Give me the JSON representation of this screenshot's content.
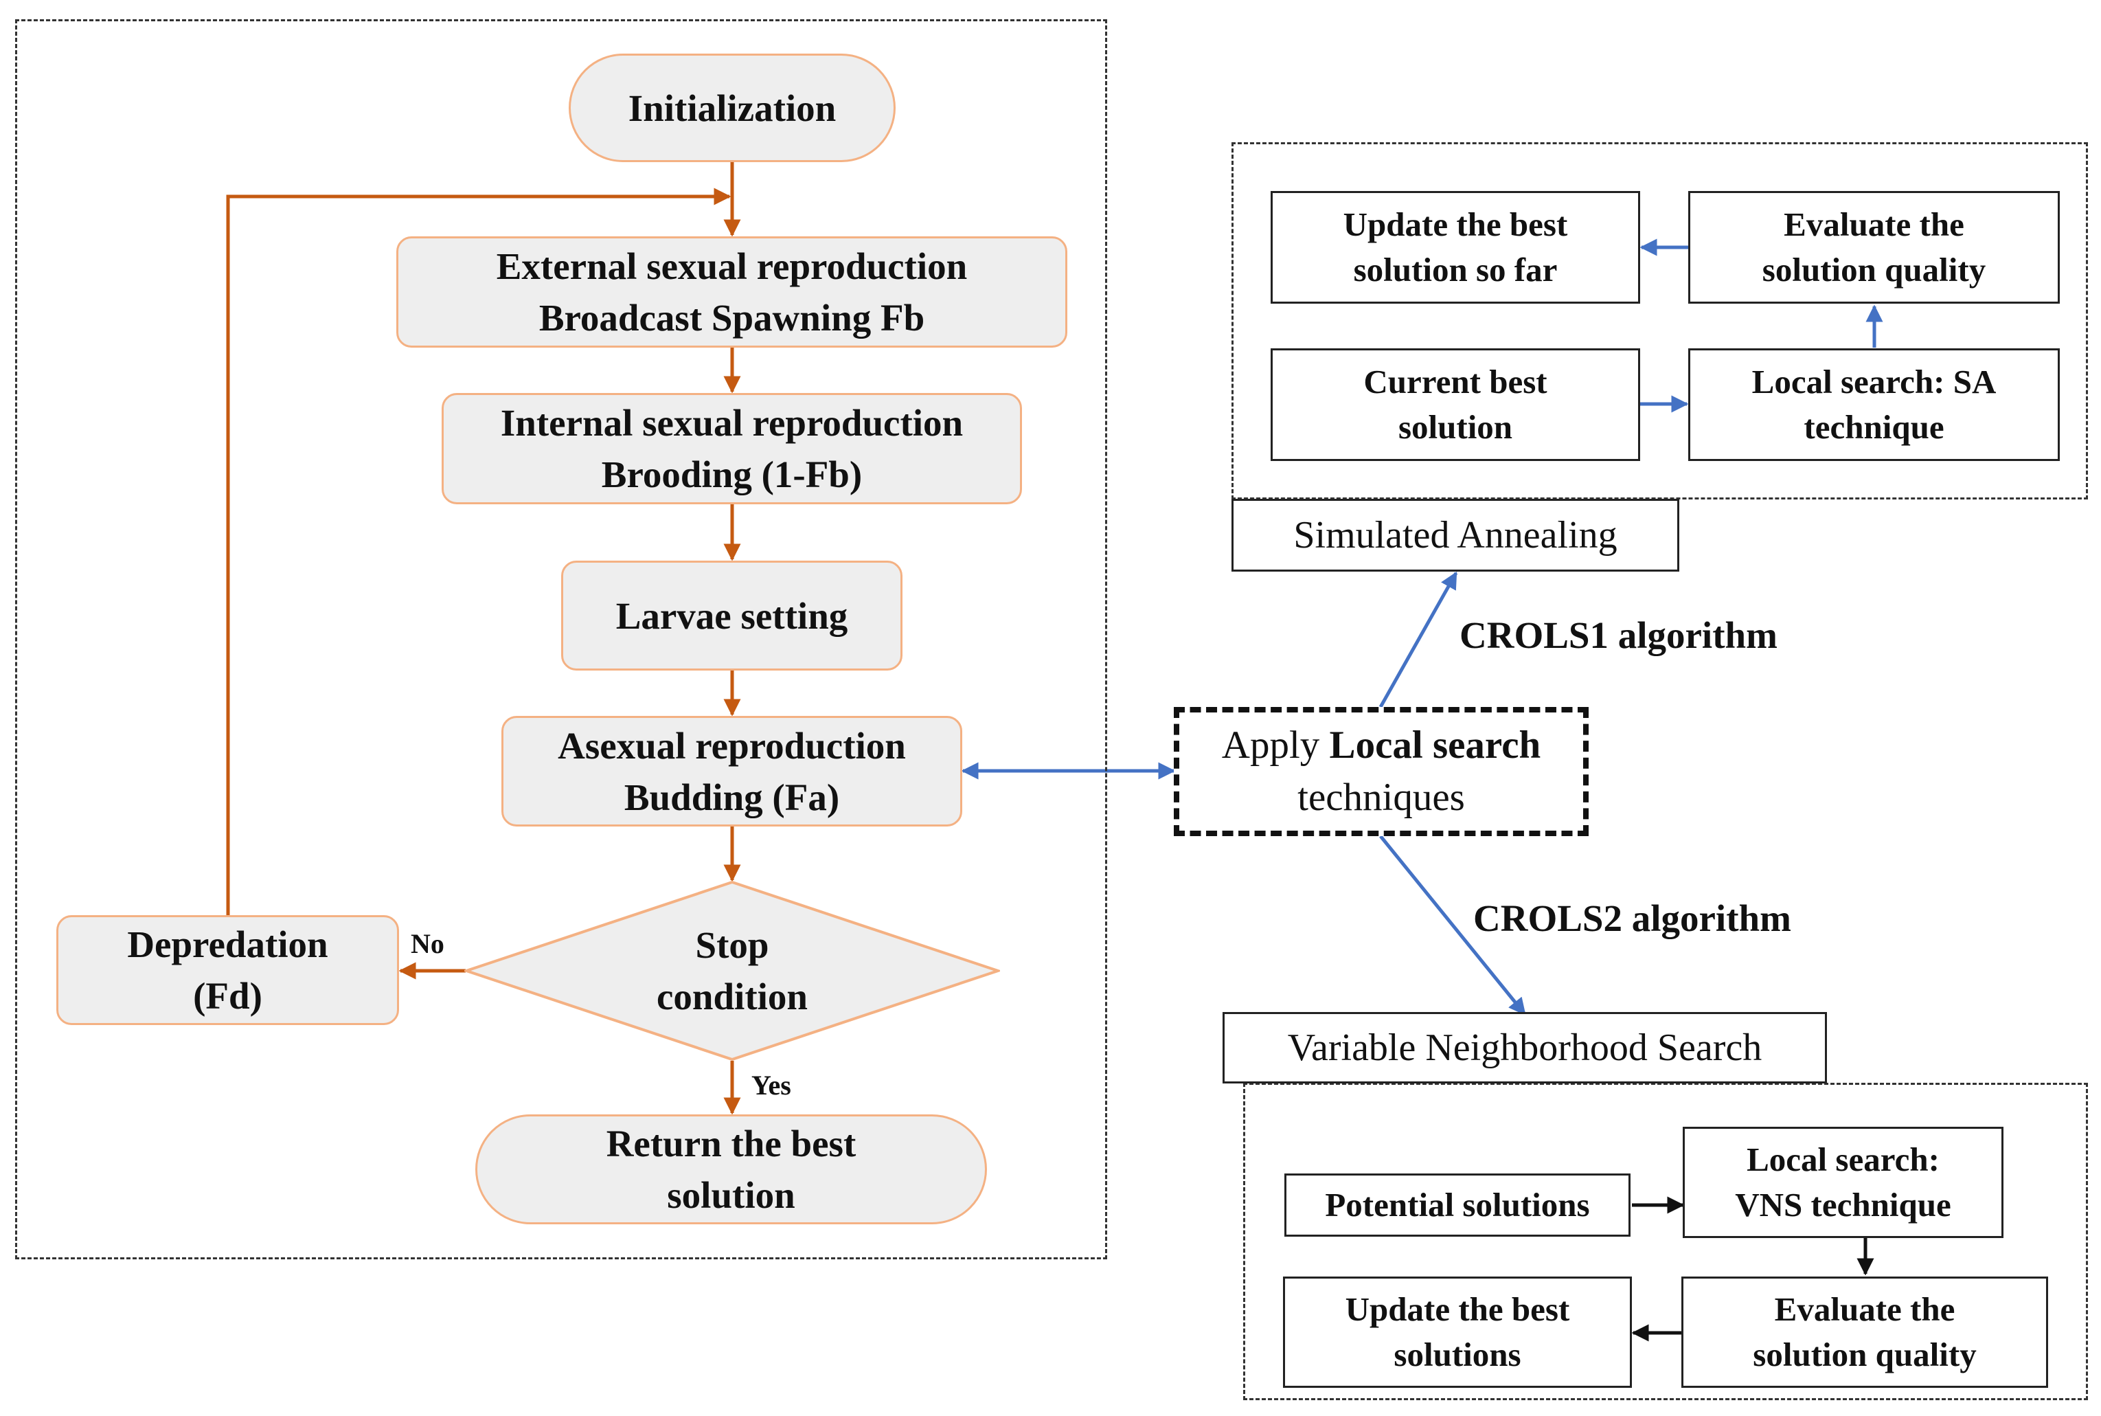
{
  "flow": {
    "initialization": "Initialization",
    "external": [
      "External sexual reproduction",
      "Broadcast Spawning Fb"
    ],
    "internal": [
      "Internal sexual reproduction",
      "Brooding (1-Fb)"
    ],
    "larvae": "Larvae setting",
    "asexual": [
      "Asexual reproduction",
      "Budding (Fa)"
    ],
    "stop": [
      "Stop",
      "condition"
    ],
    "depredation": [
      "Depredation",
      "(Fd)"
    ],
    "return": [
      "Return the best",
      "solution"
    ],
    "no_label": "No",
    "yes_label": "Yes"
  },
  "local_search": {
    "prefix": "Apply",
    "bold": "Local search",
    "suffix": "techniques"
  },
  "crols1": "CROLS1 algorithm",
  "crols2": "CROLS2 algorithm",
  "sa": {
    "label": "Simulated Annealing",
    "update_best": [
      "Update the best",
      "solution so far"
    ],
    "evaluate": [
      "Evaluate the",
      "solution quality"
    ],
    "current_best": [
      "Current best",
      "solution"
    ],
    "local_search": [
      "Local search: SA",
      "technique"
    ]
  },
  "vns": {
    "label": "Variable Neighborhood Search",
    "potential": "Potential solutions",
    "local_search": [
      "Local search:",
      "VNS technique"
    ],
    "update_best": [
      "Update the best",
      "solutions"
    ],
    "evaluate": [
      "Evaluate the",
      "solution quality"
    ]
  },
  "colors": {
    "flow_arrow": "#c55a11",
    "node_border": "#f4b183",
    "node_fill": "#eeeeee",
    "link_arrow": "#4472c4",
    "box_border": "#222222"
  }
}
